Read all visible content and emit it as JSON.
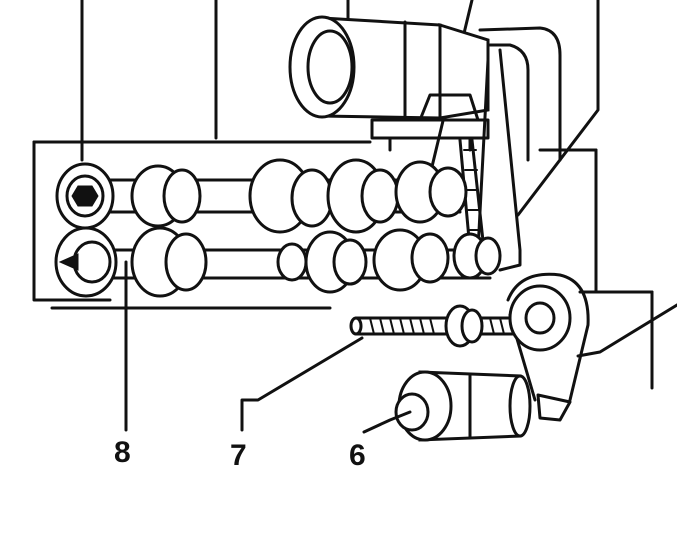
{
  "figure": {
    "labels": [
      {
        "id": "label-8",
        "text": "8"
      },
      {
        "id": "label-7",
        "text": "7"
      },
      {
        "id": "label-6",
        "text": "6"
      }
    ]
  },
  "colors": {
    "ink": "#111111",
    "paper": "#ffffff"
  }
}
